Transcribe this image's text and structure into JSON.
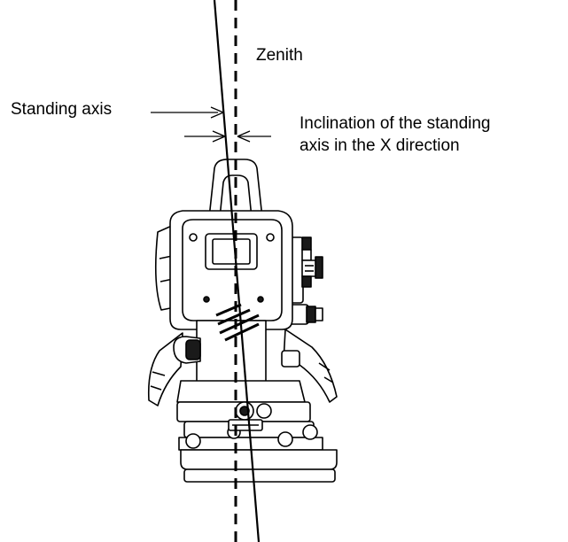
{
  "labels": {
    "zenith": "Zenith",
    "standing_axis": "Standing axis",
    "inclination_line1": "Inclination of the standing",
    "inclination_line2": "axis in the  X direction"
  },
  "colors": {
    "ink": "#000000",
    "background": "#ffffff",
    "fill_light": "#ffffff",
    "fill_dark": "#1a1a1a"
  },
  "icons": {
    "instrument": "total-station-drawing"
  }
}
